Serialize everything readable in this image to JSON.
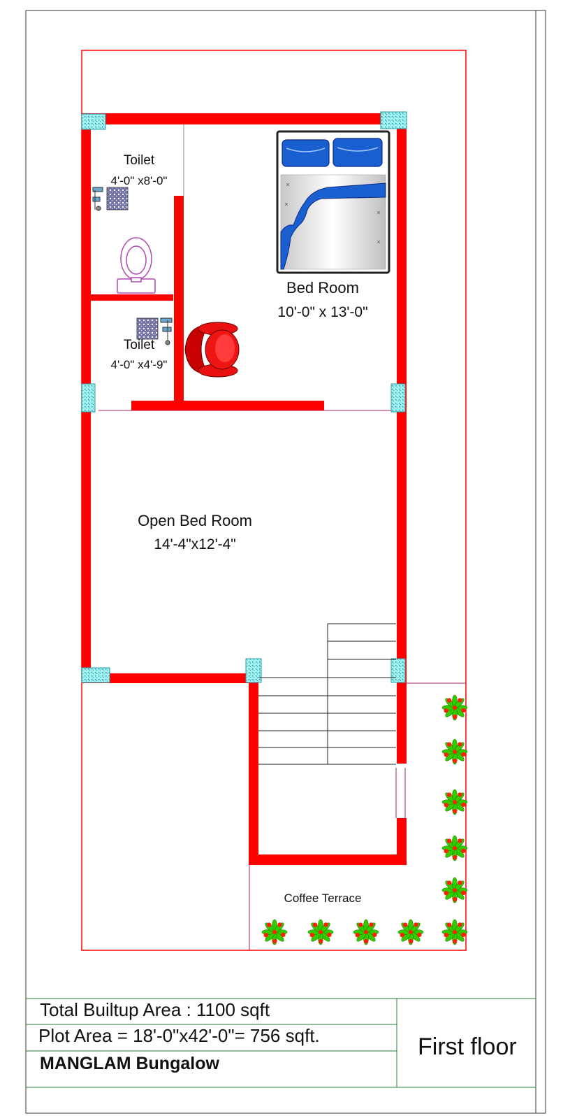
{
  "rooms": {
    "toilet1": {
      "name": "Toilet",
      "size": "4'-0\" x8'-0\""
    },
    "toilet2": {
      "name": "Toilet",
      "size": "4'-0\" x4'-9\""
    },
    "bedroom": {
      "name": "Bed Room",
      "size": "10'-0\" x 13'-0\""
    },
    "open_bedroom": {
      "name": "Open Bed Room",
      "size": "14'-4\"x12'-4\""
    },
    "terrace": {
      "name": "Coffee Terrace"
    }
  },
  "title_block": {
    "builtup_area": "Total Builtup Area : 1100 sqft",
    "plot_area": "Plot Area = 18'-0\"x42'-0\"= 756 sqft.",
    "project_name": "MANGLAM Bungalow",
    "floor": "First floor"
  },
  "colors": {
    "wall": "#ff0000",
    "column": "#99eef0",
    "bedsheet": "#1a5fd0",
    "chair": "#e81010",
    "toilet_fixture": "#cc66cc",
    "plant_leaf": "#33cc00",
    "plant_flower": "#ff2200"
  }
}
